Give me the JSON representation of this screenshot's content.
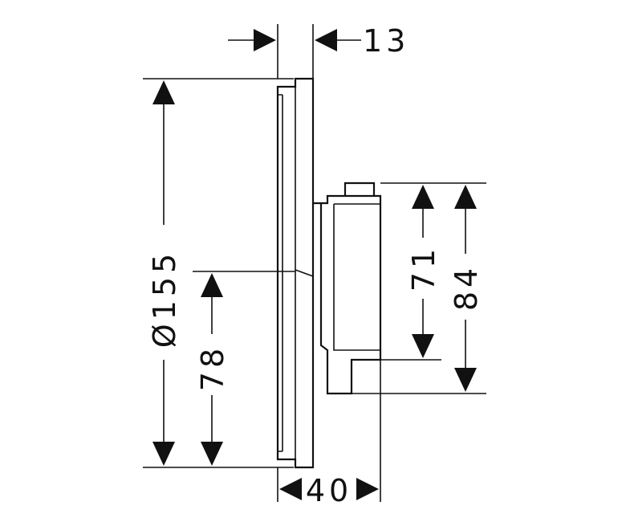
{
  "dimensions": {
    "diameter": "Ø155",
    "center_height": "78",
    "body_upper": "71",
    "body_total": "84",
    "body_depth": "40",
    "plate_thickness": "13"
  },
  "colors": {
    "line": "#111111",
    "background": "#ffffff"
  }
}
